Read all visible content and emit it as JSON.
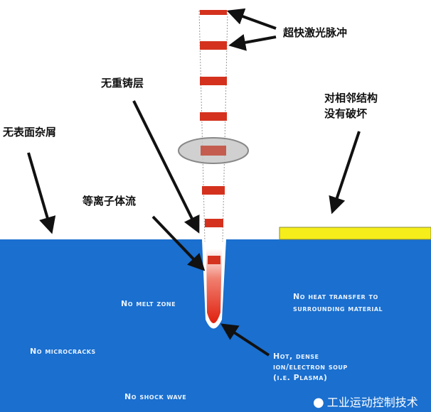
{
  "labels_cn": {
    "ultrafast_pulse": "超快激光脉冲",
    "no_recast_layer": "无重铸层",
    "no_adjacent_damage_1": "对相邻结构",
    "no_adjacent_damage_2": "没有破坏",
    "no_surface_debris": "无表面杂屑",
    "plasma_flow": "等离子体流"
  },
  "labels_en": {
    "no_melt_zone": "No melt zone",
    "no_heat_transfer_1": "No heat transfer to",
    "no_heat_transfer_2": "surrounding material",
    "no_microcracks": "No microcracks",
    "no_shock_wave": "No shock wave",
    "plasma_1": "Hot, dense",
    "plasma_2": "ion/electron soup",
    "plasma_3": "(i.e. Plasma)"
  },
  "watermark": "工业运动控制技术",
  "colors": {
    "material": "#1a6fcf",
    "coating": "#f5ee1a",
    "pulse": "#d4321e",
    "lens": "#c8c8c8"
  }
}
